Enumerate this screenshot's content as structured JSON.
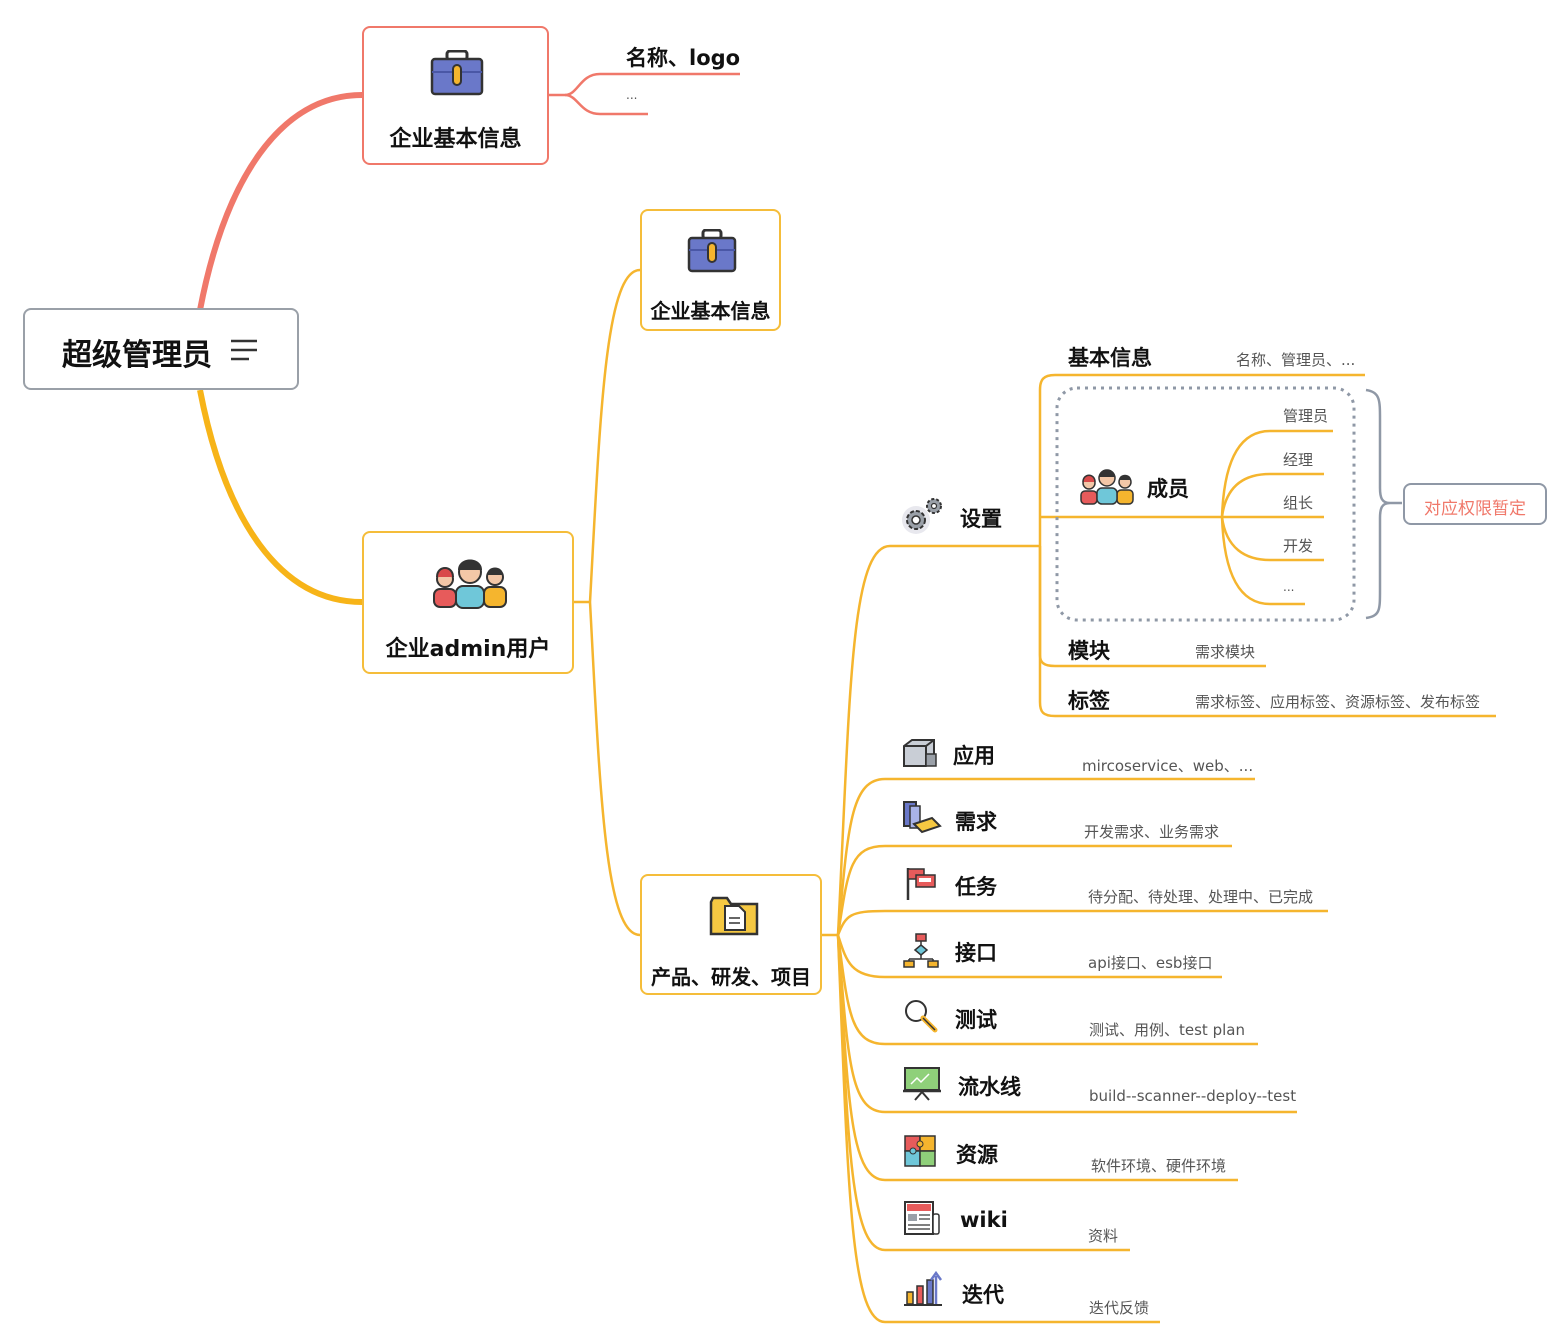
{
  "root": {
    "title": "超级管理员",
    "menu_icon": "menu-lines-icon"
  },
  "branch_top": {
    "title": "企业基本信息",
    "icon": "briefcase-icon",
    "children": [
      "名称、logo",
      "..."
    ]
  },
  "branch_main": {
    "title": "企业admin用户",
    "icon": "users-group-icon",
    "info_node": {
      "title": "企业基本信息",
      "icon": "briefcase-icon"
    },
    "product_node": {
      "title": "产品、研发、项目",
      "icon": "folder-document-icon",
      "settings": {
        "title": "设置",
        "icon": "gears-icon",
        "basic_info": {
          "title": "基本信息",
          "desc": "名称、管理员、..."
        },
        "members": {
          "title": "成员",
          "icon": "users-group-icon",
          "roles": [
            "管理员",
            "经理",
            "组长",
            "开发",
            "..."
          ],
          "note": "对应权限暂定"
        },
        "module": {
          "title": "模块",
          "desc": "需求模块"
        },
        "tags": {
          "title": "标签",
          "desc": "需求标签、应用标签、资源标签、发布标签"
        }
      },
      "items": [
        {
          "title": "应用",
          "desc": "mircoservice、web、...",
          "icon": "cube-icon"
        },
        {
          "title": "需求",
          "desc": "开发需求、业务需求",
          "icon": "books-icon"
        },
        {
          "title": "任务",
          "desc": "待分配、待处理、处理中、已完成",
          "icon": "flag-icon"
        },
        {
          "title": "接口",
          "desc": "api接口、esb接口",
          "icon": "flowchart-icon"
        },
        {
          "title": "测试",
          "desc": "测试、用例、test plan",
          "icon": "magnifier-icon"
        },
        {
          "title": "流水线",
          "desc": "build--scanner--deploy--test",
          "icon": "presentation-board-icon"
        },
        {
          "title": "资源",
          "desc": "软件环境、硬件环境",
          "icon": "puzzle-icon"
        },
        {
          "title": "wiki",
          "desc": "资料",
          "icon": "newspaper-icon"
        },
        {
          "title": "迭代",
          "desc": "迭代反馈",
          "icon": "bar-chart-arrow-icon"
        }
      ]
    }
  },
  "colors": {
    "red_branch": "#f0786a",
    "orange_branch": "#f5b52e",
    "bracket": "#8f98a6",
    "note": "#f0786a"
  }
}
